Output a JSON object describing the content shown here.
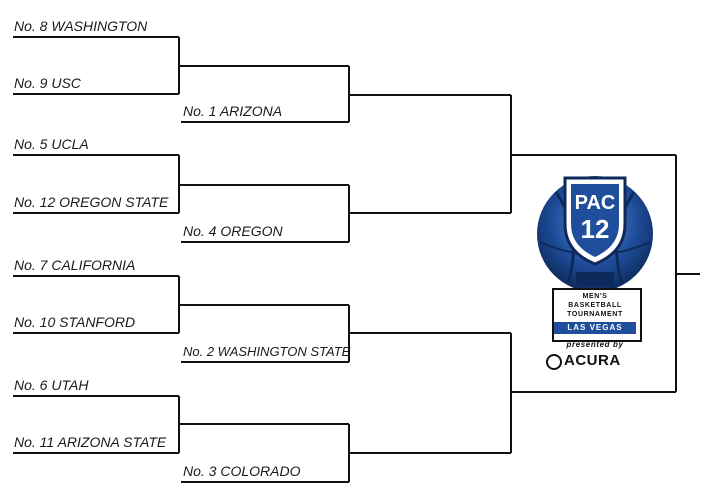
{
  "bracket": {
    "round1": [
      {
        "label": "No. 8 WASHINGTON"
      },
      {
        "label": "No. 9 USC"
      },
      {
        "label": "No. 5 UCLA"
      },
      {
        "label": "No. 12 OREGON STATE"
      },
      {
        "label": "No. 7 CALIFORNIA"
      },
      {
        "label": "No. 10 STANFORD"
      },
      {
        "label": "No. 6 UTAH"
      },
      {
        "label": "No. 11 ARIZONA STATE"
      }
    ],
    "quarterfinal_seeds": [
      {
        "label": "No. 1 ARIZONA"
      },
      {
        "label": "No. 4 OREGON"
      },
      {
        "label": "No. 2 WASHINGTON STATE"
      },
      {
        "label": "No. 3 COLORADO"
      }
    ]
  },
  "logo": {
    "mark_text": "PAC",
    "mark_number": "12",
    "line1": "MEN'S",
    "line2": "BASKETBALL",
    "line3": "TOURNAMENT",
    "location": "LAS VEGAS",
    "presented_by": "presented by",
    "sponsor": "ACURA"
  },
  "colors": {
    "line": "#111111",
    "logo_blue": "#1f4e9c",
    "logo_navy": "#0e2a5c",
    "logo_light": "#6f8fc8"
  }
}
